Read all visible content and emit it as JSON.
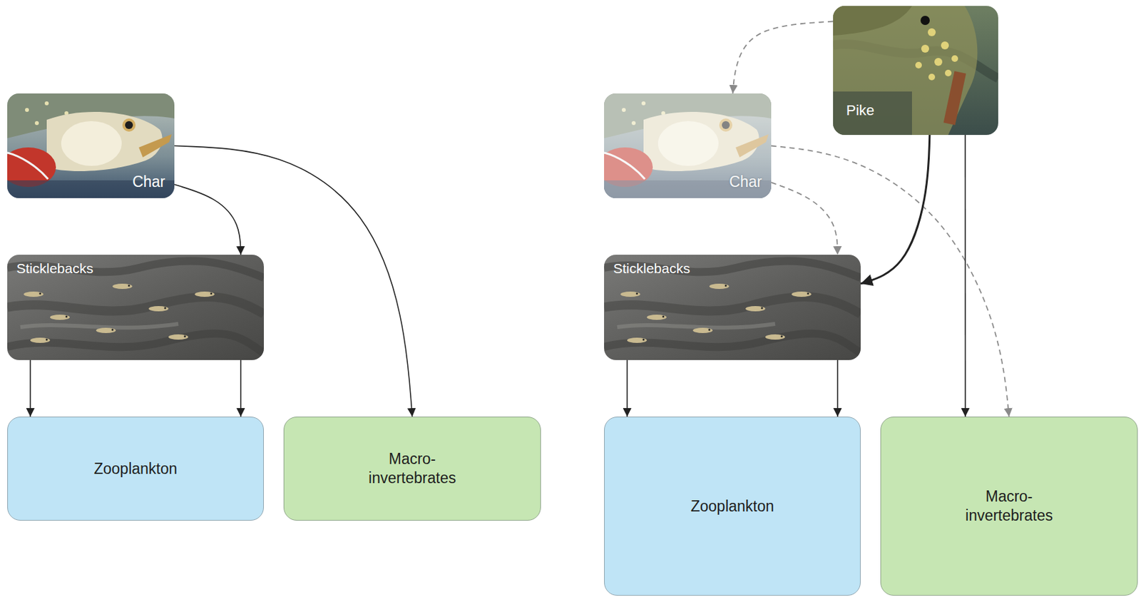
{
  "diagram": {
    "nodes": [
      {
        "text": [
          "Char"
        ]
      },
      {
        "text": [
          "Sticklebacks"
        ]
      },
      {
        "text": [
          "Zooplankton"
        ]
      },
      {
        "text": [
          "Macro- invertebrates"
        ]
      },
      {
        "text": [
          "Pike"
        ]
      },
      {
        "text": [
          "Char"
        ]
      },
      {
        "text": [
          "Sticklebacks"
        ]
      },
      {
        "text": [
          "Zooplankton"
        ]
      },
      {
        "text": [
          "Macro- invertebrates"
        ]
      }
    ],
    "edges": [
      {
        "from": 0,
        "to": 1,
        "arrow": "to"
      },
      {
        "from": 0,
        "to": 3,
        "arrow": "to"
      },
      {
        "from": 1,
        "to": 2,
        "arrow": "to"
      },
      {
        "from": 1,
        "to": 2,
        "arrow": "to"
      },
      {
        "from": 4,
        "to": 5,
        "arrow": "to"
      },
      {
        "from": 5,
        "to": 6,
        "arrow": "to"
      },
      {
        "from": 5,
        "to": 8,
        "arrow": "to"
      },
      {
        "from": 4,
        "to": 6,
        "arrow": "to"
      },
      {
        "from": 4,
        "to": 8,
        "arrow": "to"
      },
      {
        "from": 6,
        "to": 7,
        "arrow": "to"
      },
      {
        "from": 6,
        "to": 7,
        "arrow": "to"
      }
    ]
  }
}
